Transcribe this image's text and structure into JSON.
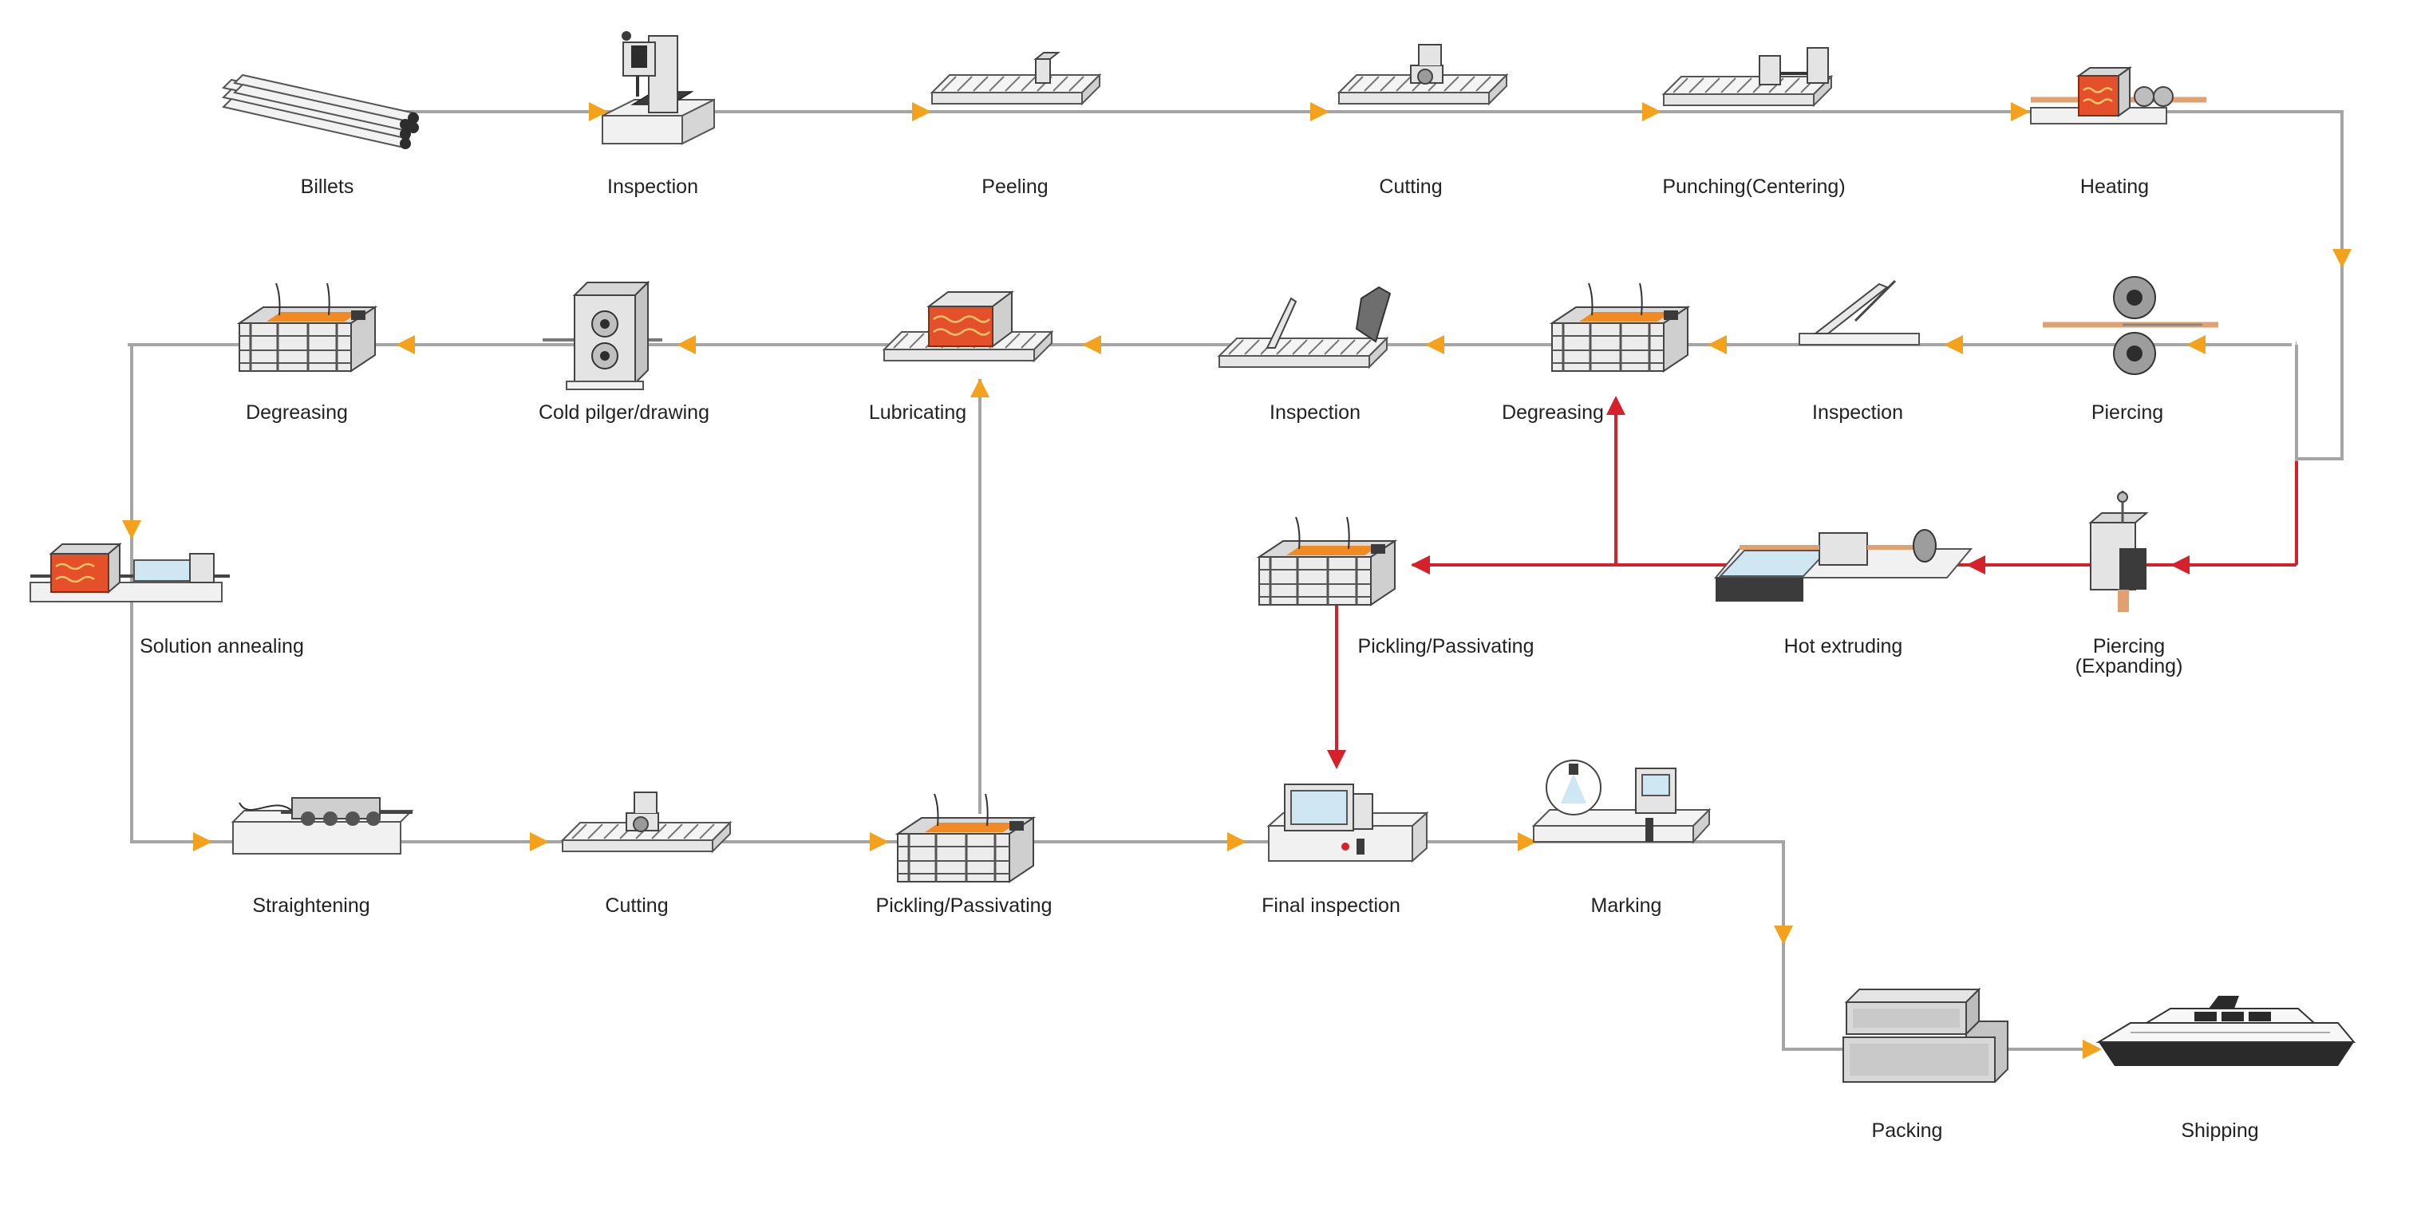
{
  "steps": {
    "billets": "Billets",
    "inspection_1": "Inspection",
    "peeling": "Peeling",
    "cutting_1": "Cutting",
    "punching": "Punching(Centering)",
    "heating": "Heating",
    "piercing_1": "Piercing",
    "inspection_2": "Inspection",
    "degreasing_1": "Degreasing",
    "inspection_3": "Inspection",
    "lubricating": "Lubricating",
    "cold_pilger": "Cold pilger/drawing",
    "degreasing_2": "Degreasing",
    "solution_annealing": "Solution annealing",
    "pickling_1": "Pickling/Passivating",
    "hot_extruding": "Hot extruding",
    "piercing_expanding": "Piercing",
    "piercing_expanding_sub": "(Expanding)",
    "straightening": "Straightening",
    "cutting_2": "Cutting",
    "pickling_2": "Pickling/Passivating",
    "final_inspection": "Final inspection",
    "marking": "Marking",
    "packing": "Packing",
    "shipping": "Shipping"
  },
  "colors": {
    "line": "#a5a5a5",
    "arrow": "#f4a21b",
    "hot_route": "#d6202a",
    "furnace": "#e4502a"
  },
  "icons": {
    "billets": "billets-icon",
    "inspection": "inspection-machine-icon",
    "peeling": "peeling-machine-icon",
    "cutting": "cutting-machine-icon",
    "punching": "punching-machine-icon",
    "heating": "heating-furnace-icon",
    "piercing": "piercing-mill-icon",
    "degreasing": "degreasing-tank-icon",
    "lubricating": "lubricating-furnace-icon",
    "cold_pilger": "cold-pilger-icon",
    "annealing": "annealing-furnace-icon",
    "pickling": "pickling-tank-icon",
    "hot_extruding": "extrusion-press-icon",
    "expanding": "expanding-press-icon",
    "straightening": "straightening-machine-icon",
    "final_inspection": "final-inspection-icon",
    "marking": "marking-machine-icon",
    "packing": "packing-crates-icon",
    "shipping": "ship-icon"
  }
}
